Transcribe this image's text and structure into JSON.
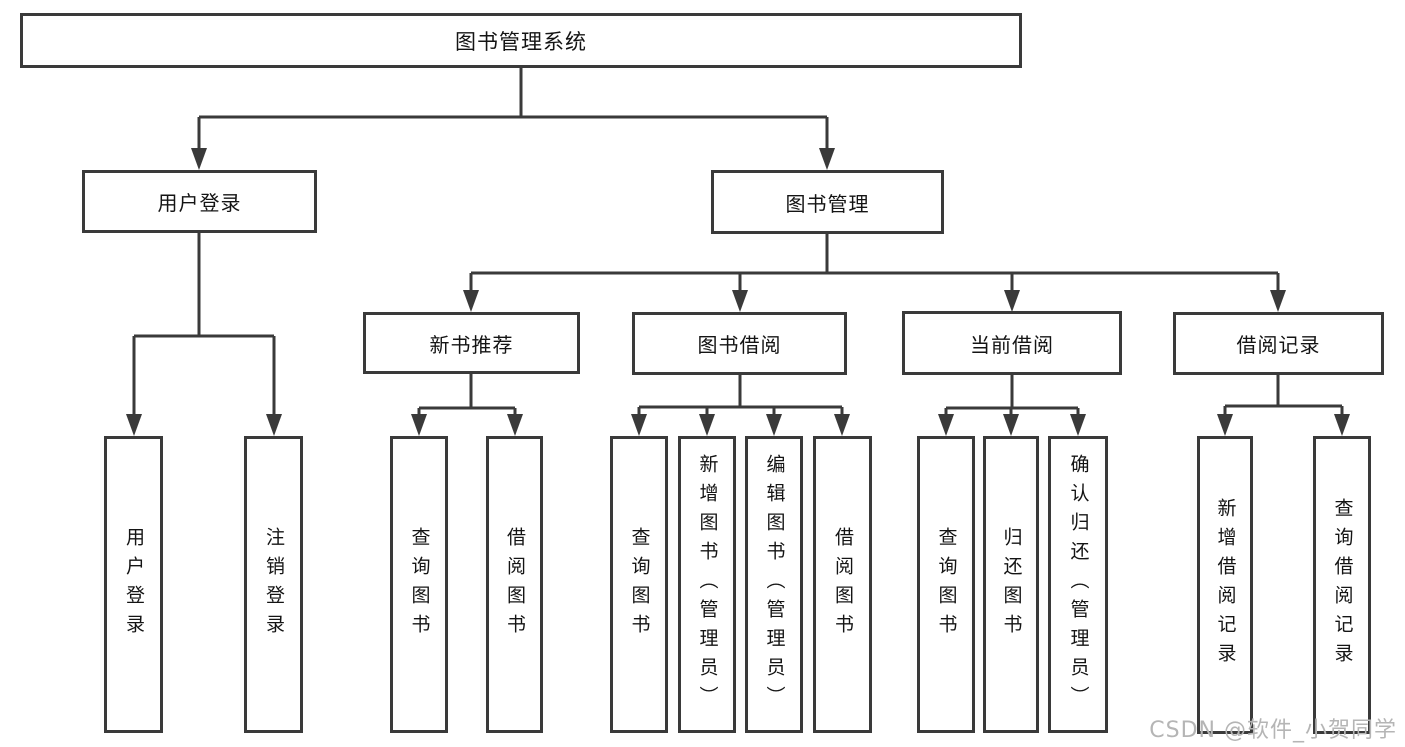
{
  "diagram": {
    "title": "图书管理系统",
    "branches": [
      {
        "label": "用户登录",
        "children": [
          {
            "label": "用户登录"
          },
          {
            "label": "注销登录"
          }
        ]
      },
      {
        "label": "图书管理",
        "children": [
          {
            "label": "新书推荐",
            "children": [
              {
                "label": "查询图书"
              },
              {
                "label": "借阅图书"
              }
            ]
          },
          {
            "label": "图书借阅",
            "children": [
              {
                "label": "查询图书"
              },
              {
                "label": "新增图书（管理员）"
              },
              {
                "label": "编辑图书（管理员）"
              },
              {
                "label": "借阅图书"
              }
            ]
          },
          {
            "label": "当前借阅",
            "children": [
              {
                "label": "查询图书"
              },
              {
                "label": "归还图书"
              },
              {
                "label": "确认归还（管理员）"
              }
            ]
          },
          {
            "label": "借阅记录",
            "children": [
              {
                "label": "新增借阅记录"
              },
              {
                "label": "查询借阅记录"
              }
            ]
          }
        ]
      }
    ]
  },
  "watermark": {
    "text": "CSDN @软件_小贺同学"
  },
  "colors": {
    "line": "#3a3a3a",
    "text": "#141414",
    "watermark": "#b5b5b5",
    "background": "#ffffff"
  }
}
